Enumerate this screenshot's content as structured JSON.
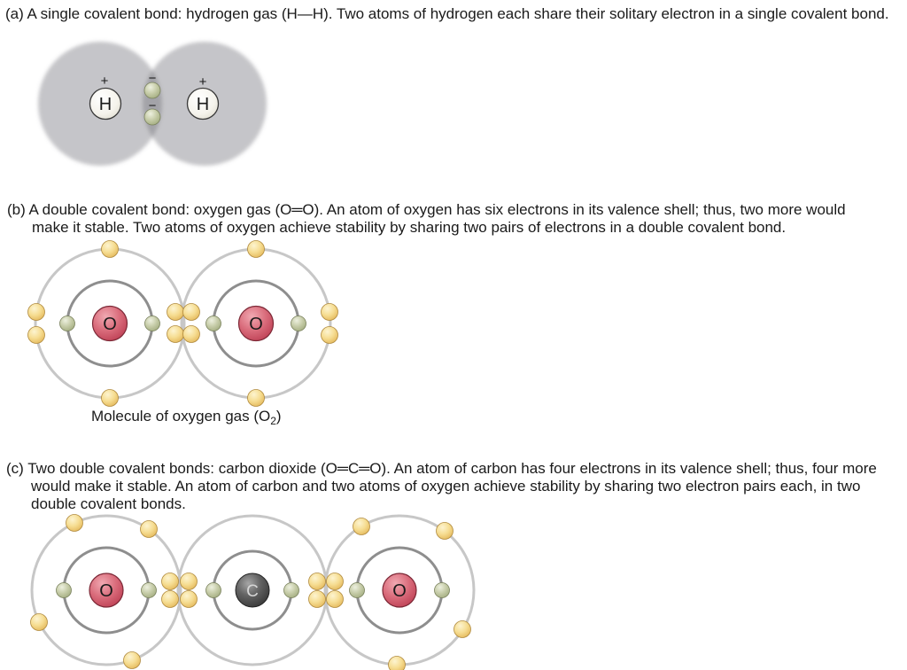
{
  "colors": {
    "text_black": "#1a1a1a",
    "electron_cloud_gray": "#74747c",
    "shell_outer_gray": "#c7c7c7",
    "shell_inner_gray": "#8e8e8e",
    "shared_electron_yellow": "#f6dd92",
    "inner_electron_green": "#c6cca8",
    "oxygen_nucleus_red": "#da6d7c",
    "carbon_nucleus_gray": "#636363",
    "hydrogen_nucleus_cream": "#f5f3ec"
  },
  "panels": {
    "a": {
      "lines": [
        "(a) A single covalent bond: hydrogen gas (H—H). Two atoms of hydrogen each share their solitary electron in a single covalent bond."
      ],
      "diagram": {
        "type": "overlapping-electron-clouds",
        "molecule": "H2",
        "atoms": [
          {
            "symbol": "H",
            "charge_sign": "+"
          },
          {
            "symbol": "H",
            "charge_sign": "+"
          }
        ],
        "shared_electrons": 2,
        "electron_charge_sign": "−"
      }
    },
    "b": {
      "lines": [
        "(b) A double covalent bond: oxygen gas (O═O). An atom of oxygen has six electrons in its valence shell; thus, two more would",
        "make it stable. Two atoms of oxygen achieve stability by sharing two pairs of electrons in a double covalent bond."
      ],
      "diagram": {
        "type": "bohr-model",
        "molecule": "O2",
        "bond": "double covalent bond",
        "shared_electron_pairs": 2,
        "atoms": [
          {
            "symbol": "O",
            "inner_shell_electrons": 2,
            "valence_electrons": 6
          },
          {
            "symbol": "O",
            "inner_shell_electrons": 2,
            "valence_electrons": 6
          }
        ]
      },
      "caption": {
        "pre": "Molecule of oxygen gas (O",
        "sub": "2",
        "post": ")"
      }
    },
    "c": {
      "lines": [
        "(c) Two double covalent bonds: carbon dioxide (O═C═O). An atom of carbon has four electrons in its valence shell; thus, four more",
        "would make it stable. An atom of carbon and two atoms of oxygen achieve stability by sharing two electron pairs each, in two",
        "double covalent bonds."
      ],
      "diagram": {
        "type": "bohr-model",
        "molecule": "CO2",
        "bonds": [
          "double covalent bond",
          "double covalent bond"
        ],
        "shared_electron_pairs_per_bond": 2,
        "atoms": [
          {
            "symbol": "O",
            "inner_shell_electrons": 2,
            "valence_electrons": 6
          },
          {
            "symbol": "C",
            "inner_shell_electrons": 2,
            "valence_electrons": 4
          },
          {
            "symbol": "O",
            "inner_shell_electrons": 2,
            "valence_electrons": 6
          }
        ]
      }
    }
  }
}
